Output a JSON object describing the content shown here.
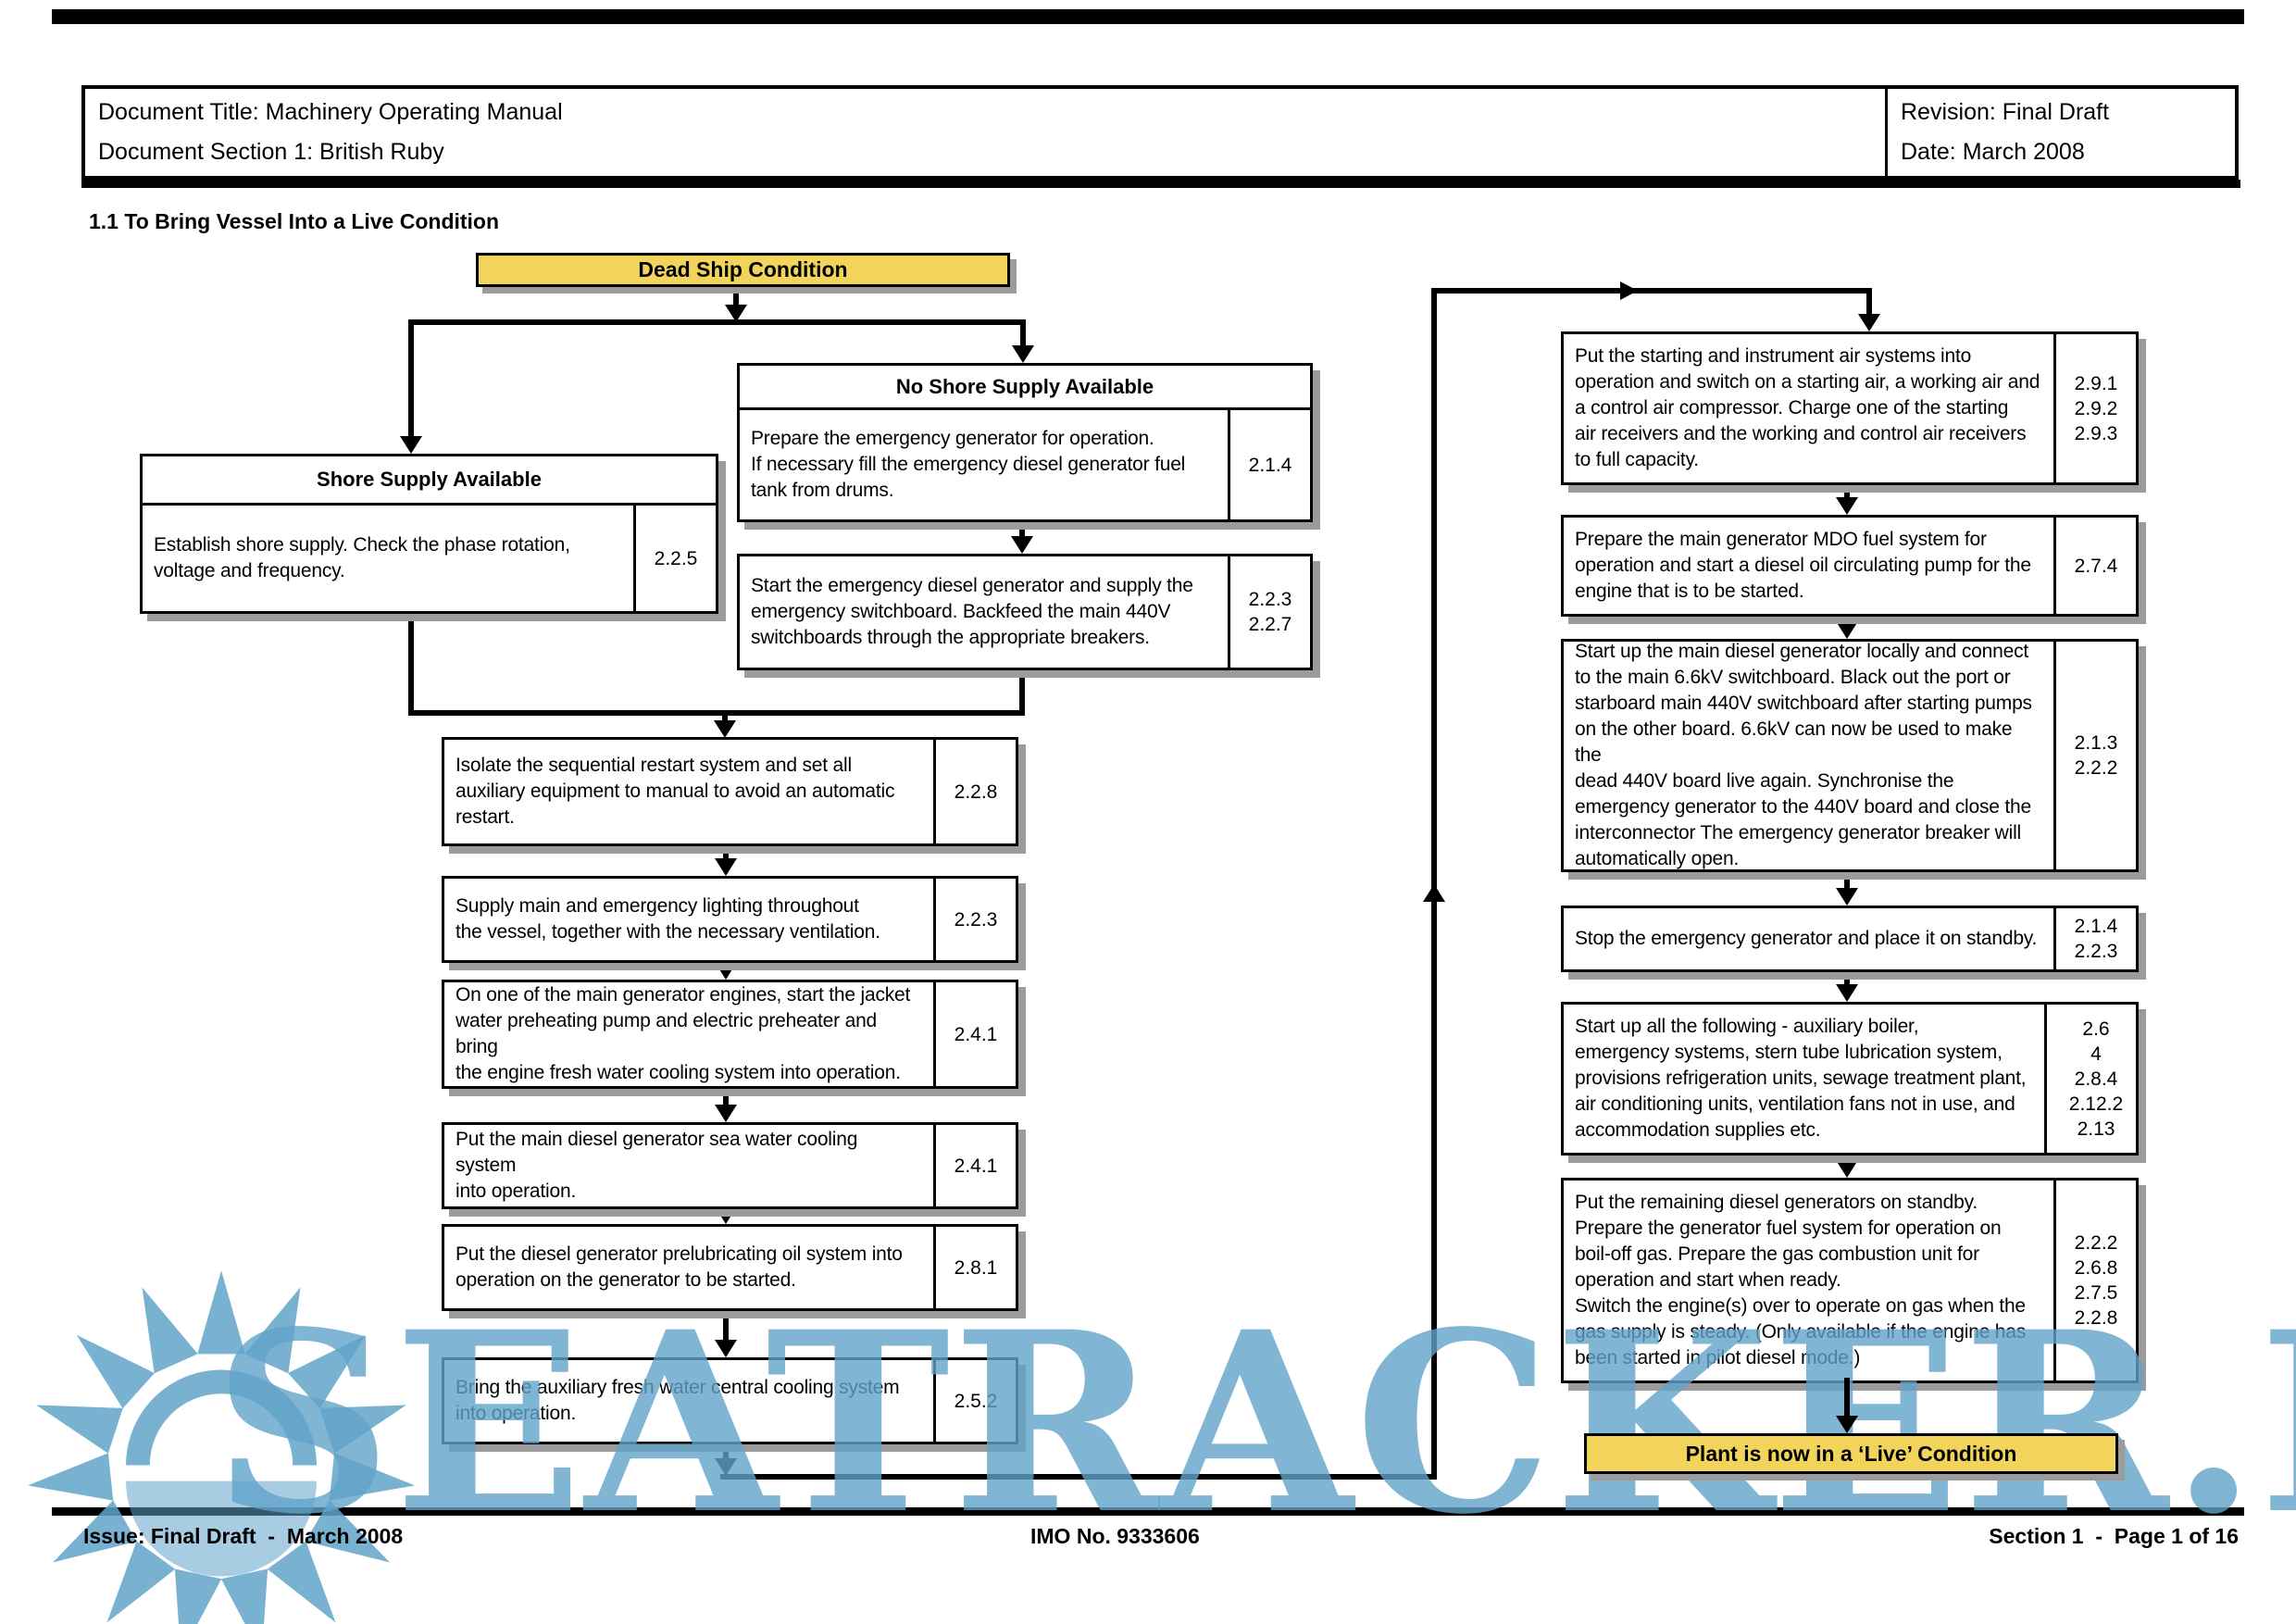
{
  "colors": {
    "accent_yellow": "#F2D45B",
    "watermark_blue": "#61A3C9",
    "shadow_gray": "#9B9B9B"
  },
  "header": {
    "title": "Document Title: Machinery Operating Manual",
    "section": "Document Section 1: British Ruby",
    "revision": "Revision: Final Draft",
    "date": "Date: March 2008"
  },
  "section_title": "1.1 To Bring Vessel Into a Live Condition",
  "flowchart": {
    "start_node": "Dead Ship Condition",
    "end_node": "Plant is now in a ‘Live’ Condition",
    "shore_branch": {
      "title": "Shore Supply Available",
      "text": "Establish shore supply. Check the phase rotation,\nvoltage and frequency.",
      "refs": [
        "2.2.5"
      ]
    },
    "no_shore_branch": {
      "title": "No Shore Supply Available",
      "step1": {
        "text": "Prepare the emergency generator for operation.\nIf necessary fill the emergency diesel generator fuel\ntank from drums.",
        "refs": [
          "2.1.4"
        ]
      },
      "step2": {
        "text": "Start the emergency diesel generator and supply the\nemergency switchboard. Backfeed the main 440V\nswitchboards through the appropriate breakers.",
        "refs": [
          "2.2.3",
          "2.2.7"
        ]
      }
    },
    "main_steps": [
      {
        "text": "Isolate the sequential restart system and set all\nauxiliary equipment to manual to avoid an automatic\nrestart.",
        "refs": [
          "2.2.8"
        ]
      },
      {
        "text": "Supply main and emergency lighting throughout\nthe vessel, together with the necessary ventilation.",
        "refs": [
          "2.2.3"
        ]
      },
      {
        "text": "On one of the main generator engines, start the jacket\nwater preheating pump and electric preheater and bring\nthe engine fresh water cooling system into operation.",
        "refs": [
          "2.4.1"
        ]
      },
      {
        "text": "Put the main diesel generator sea water cooling system\ninto operation.",
        "refs": [
          "2.4.1"
        ]
      },
      {
        "text": "Put the diesel generator prelubricating oil system into\noperation on the generator to be started.",
        "refs": [
          "2.8.1"
        ]
      },
      {
        "text": "Bring the auxiliary fresh water central cooling system\ninto operation.",
        "refs": [
          "2.5.2"
        ]
      }
    ],
    "right_steps": [
      {
        "text": "Put the starting and instrument air systems into\noperation and switch on a starting air, a working air and\na control air compressor. Charge one of the starting\nair receivers and the working and control air receivers\nto full capacity.",
        "refs": [
          "2.9.1",
          "2.9.2",
          "2.9.3"
        ]
      },
      {
        "text": "Prepare the main generator MDO fuel system for\noperation and start a diesel oil circulating pump for the\nengine that is to be started.",
        "refs": [
          "2.7.4"
        ]
      },
      {
        "text": "Start up the main diesel generator locally and connect\nto the main 6.6kV switchboard. Black out the port or\nstarboard main 440V switchboard after starting pumps\non the other board. 6.6kV can now be used to make the\ndead 440V board live again. Synchronise the\nemergency generator to the 440V board and close the\ninterconnector The emergency generator  breaker will\nautomatically open.",
        "refs": [
          "2.1.3",
          "2.2.2"
        ]
      },
      {
        "text": "Stop the emergency generator and place it on standby.",
        "refs": [
          "2.1.4",
          "2.2.3"
        ]
      },
      {
        "text": "Start up all the following - auxiliary boiler,\nemergency systems, stern tube lubrication system,\nprovisions refrigeration units, sewage treatment plant,\nair conditioning units, ventilation fans not in use, and\naccommodation supplies etc.",
        "refs": [
          "2.6",
          "4",
          "2.8.4",
          "2.12.2",
          "2.13"
        ]
      },
      {
        "text": "Put the remaining diesel generators on standby.\nPrepare the generator fuel system for operation on\nboil-off gas. Prepare the gas combustion unit for\noperation and start when ready.\nSwitch the engine(s) over to operate on gas when the\ngas supply is steady. (Only available if the engine has\nbeen started in pilot diesel mode.)",
        "refs": [
          "2.2.2",
          "2.6.8",
          "2.7.5",
          "2.2.8"
        ]
      }
    ]
  },
  "footer": {
    "issue": "Issue: Final Draft  -  March 2008",
    "imo": "IMO No. 9333606",
    "page": "Section 1  -  Page 1 of 16"
  },
  "watermark": "SEATRACKER.RU"
}
